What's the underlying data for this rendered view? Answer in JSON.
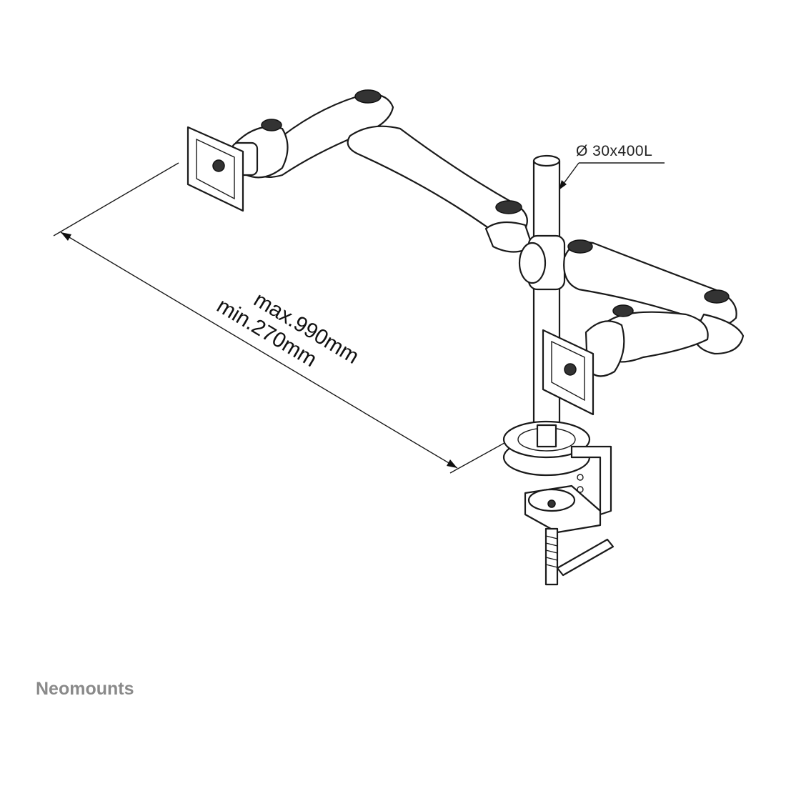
{
  "labels": {
    "pole": "Ø 30x400L",
    "max_reach": "max.990mm",
    "min_reach": "min.270mm"
  },
  "brand": "Neomounts",
  "colors": {
    "line": "#1a1a1a",
    "brand": "#8a8a8a"
  }
}
